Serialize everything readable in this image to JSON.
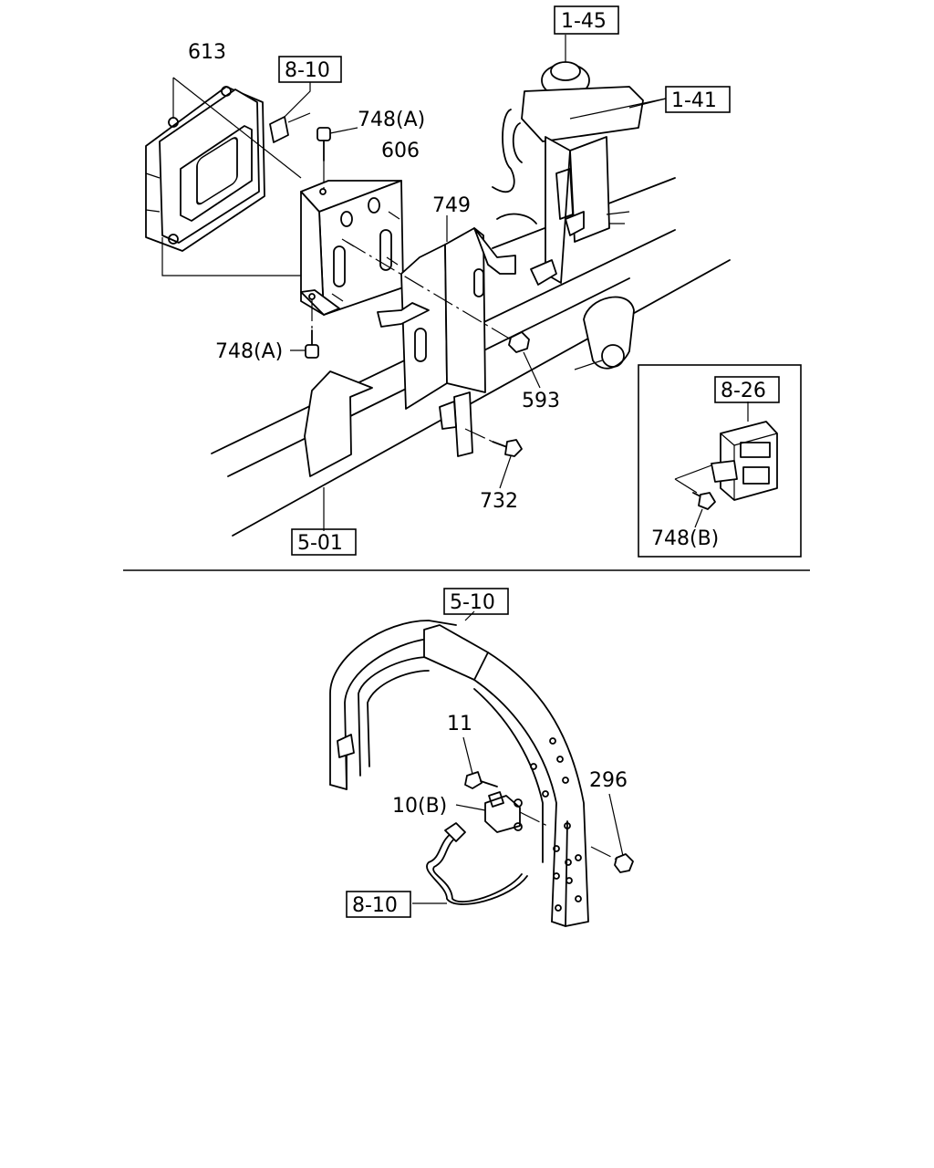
{
  "diagram": {
    "top_labels": {
      "l613": "613",
      "l810a": "8-10",
      "l748a_top": "748(A)",
      "l606": "606",
      "l145": "1-45",
      "l141": "1-41",
      "l749": "749",
      "l748a_bot": "748(A)",
      "l593": "593",
      "l732": "732",
      "l501": "5-01"
    },
    "inset_labels": {
      "l826": "8-26",
      "l748b": "748(B)"
    },
    "bottom_labels": {
      "l510": "5-10",
      "l11": "11",
      "l10b": "10(B)",
      "l296": "296",
      "l810b": "8-10"
    }
  }
}
